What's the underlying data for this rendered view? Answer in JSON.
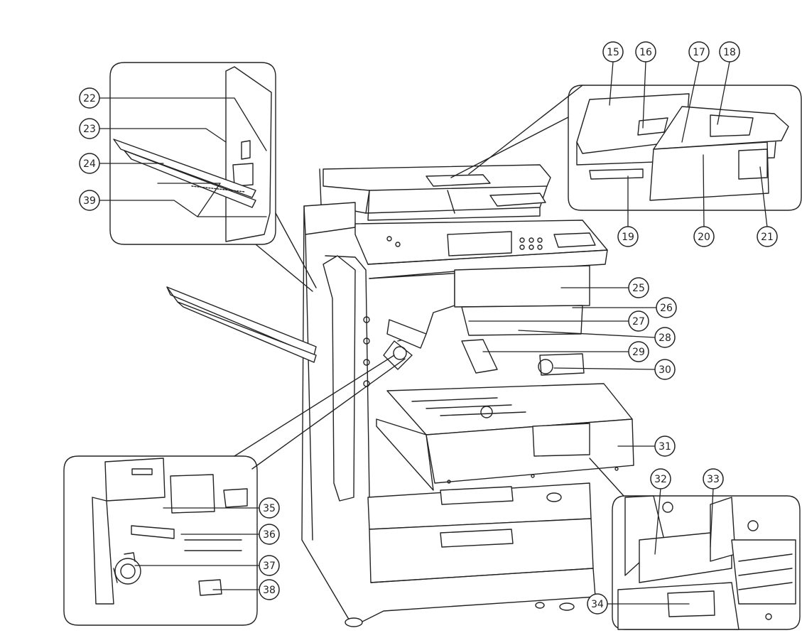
{
  "diagram": {
    "callouts": {
      "c15": "15",
      "c16": "16",
      "c17": "17",
      "c18": "18",
      "c19": "19",
      "c20": "20",
      "c21": "21",
      "c22": "22",
      "c23": "23",
      "c24": "24",
      "c39": "39",
      "c25": "25",
      "c26": "26",
      "c27": "27",
      "c28": "28",
      "c29": "29",
      "c30": "30",
      "c31": "31",
      "c32": "32",
      "c33": "33",
      "c34": "34",
      "c35": "35",
      "c36": "36",
      "c37": "37",
      "c38": "38"
    }
  }
}
